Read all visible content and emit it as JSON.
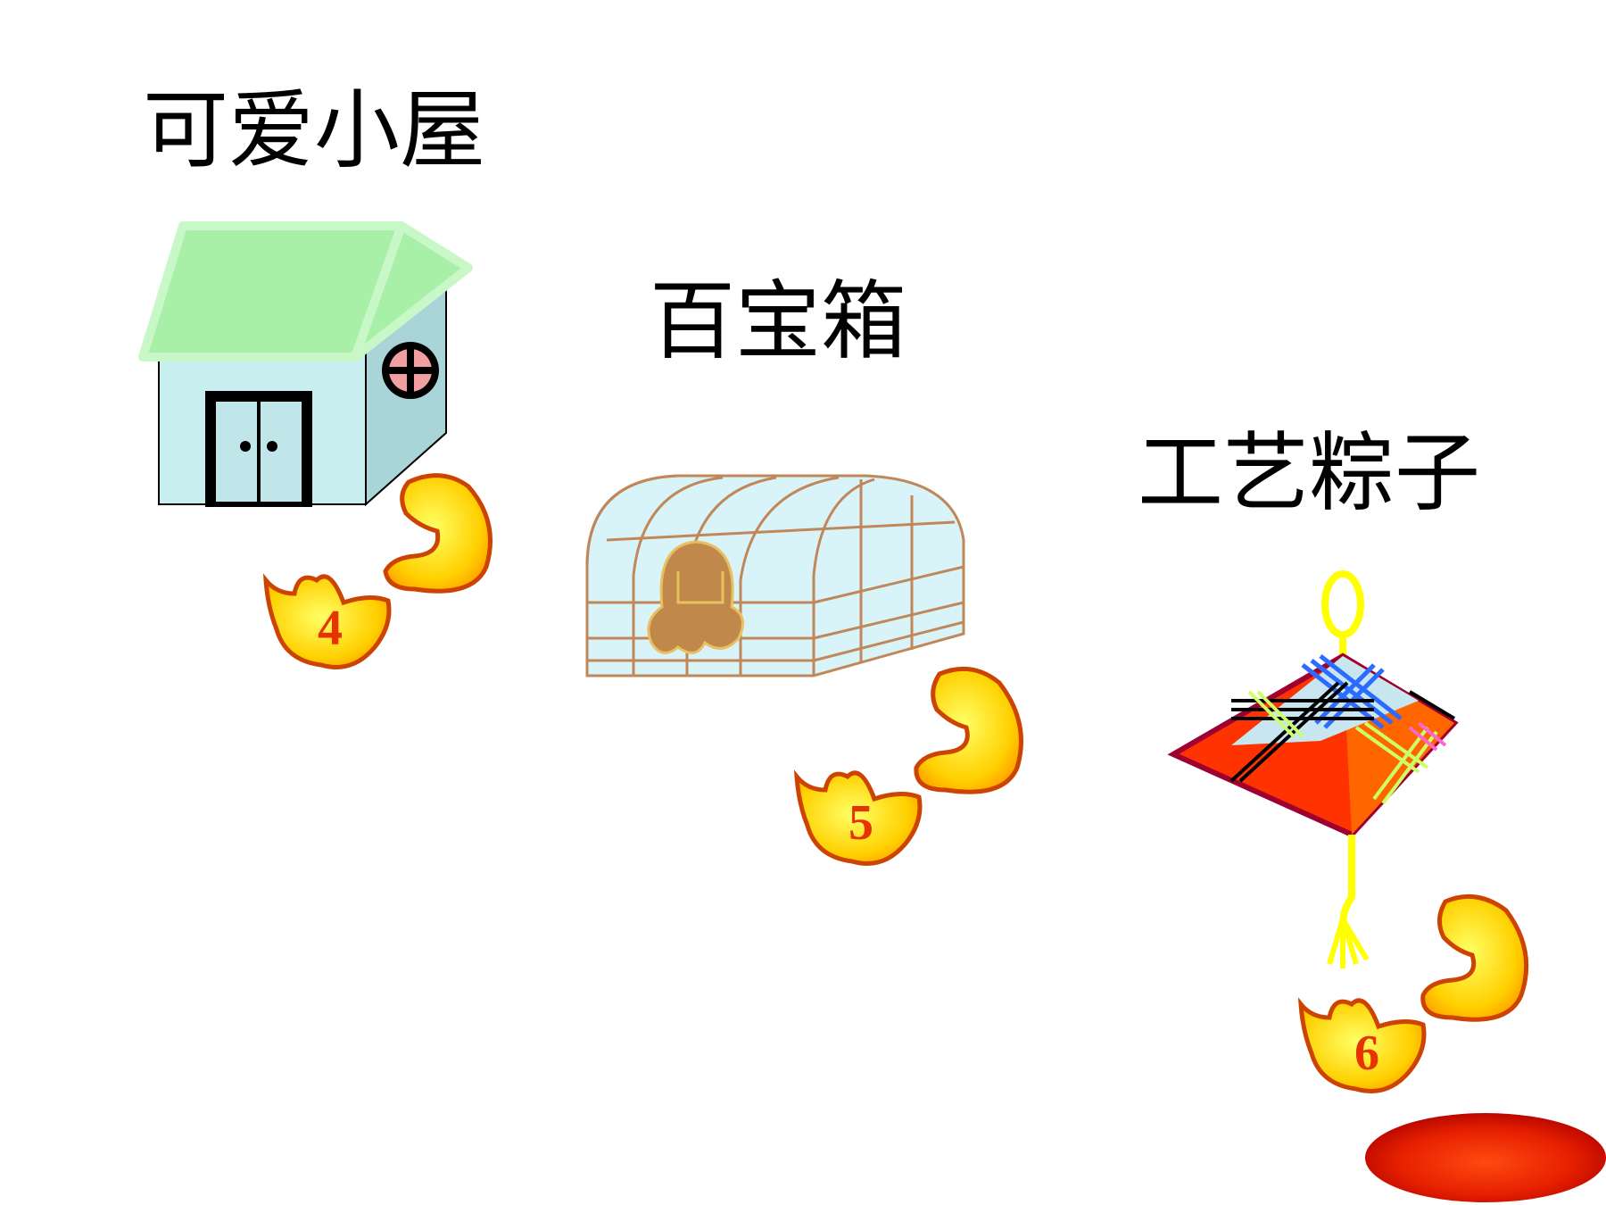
{
  "slide": {
    "background": "#ffffff",
    "items": [
      {
        "id": "house",
        "title": "可爱小屋",
        "number": "4"
      },
      {
        "id": "chest",
        "title": "百宝箱",
        "number": "5"
      },
      {
        "id": "zongzi",
        "title": "工艺粽子",
        "number": "6"
      }
    ]
  },
  "colors": {
    "ingot_fill": "#ffd700",
    "ingot_stroke": "#cc4400",
    "number_color": "#e63300",
    "house_roof": "#a8f0a8",
    "house_wall": "#c8eef0",
    "chest_line": "#c0885a",
    "chest_fill": "#d8f4f8",
    "zongzi_red": "#ff3300",
    "zongzi_blue": "#2a6cff",
    "disc_red": "#e02000"
  },
  "icons": [
    "house-icon",
    "treasure-chest-icon",
    "zongzi-icon",
    "gold-ingot-icon",
    "red-disc-icon"
  ]
}
